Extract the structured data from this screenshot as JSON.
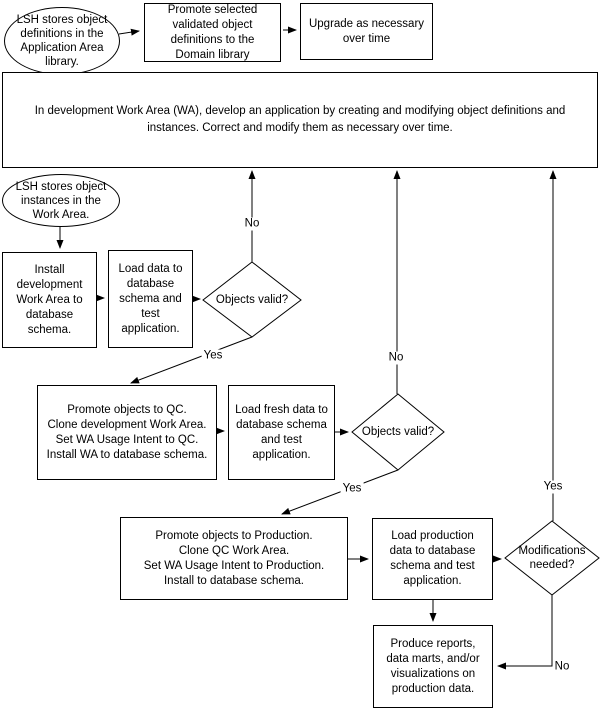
{
  "nodes": {
    "lsh_definitions": {
      "text": "LSH stores object\ndefinitions in the\nApplication Area\nlibrary."
    },
    "promote_domain": {
      "text": "Promote selected\nvalidated object\ndefinitions to the\nDomain library"
    },
    "upgrade": {
      "text": "Upgrade as necessary\nover time"
    },
    "develop_wa": {
      "text": "In development Work Area (WA), develop an application by creating and modifying object definitions and\ninstances. Correct and modify them as necessary over time."
    },
    "lsh_instances": {
      "text": "LSH stores object\ninstances in the\nWork Area."
    },
    "install_dev": {
      "text": "Install\ndevelopment\nWork Area to\ndatabase\nschema."
    },
    "load_data": {
      "text": "Load data to\ndatabase\nschema and\ntest\napplication."
    },
    "objects_valid_1": {
      "text": "Objects valid?"
    },
    "promote_qc": {
      "text": "Promote objects to QC.\nClone development Work Area.\nSet WA Usage Intent to QC.\nInstall WA to database schema."
    },
    "load_fresh": {
      "text": "Load fresh data to\ndatabase schema\nand test\napplication."
    },
    "objects_valid_2": {
      "text": "Objects valid?"
    },
    "promote_prod": {
      "text": "Promote objects to Production.\nClone QC Work Area.\nSet WA Usage Intent to Production.\nInstall to database schema."
    },
    "load_prod": {
      "text": "Load production\ndata to database\nschema and test\napplication."
    },
    "modifications": {
      "text": "Modifications\nneeded?"
    },
    "produce_reports": {
      "text": "Produce reports,\ndata marts, and/or\nvisualizations  on\nproduction data."
    }
  },
  "labels": {
    "no1": "No",
    "yes1": "Yes",
    "no2": "No",
    "yes2": "Yes",
    "yes3": "Yes",
    "no3": "No"
  },
  "colors": {
    "line": "#000000",
    "background": "#ffffff",
    "text": "#000000"
  }
}
